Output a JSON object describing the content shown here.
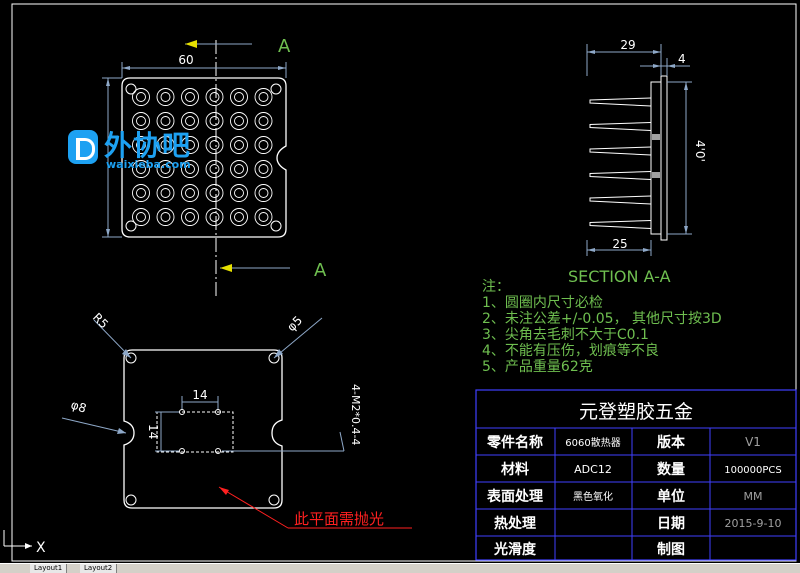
{
  "drawing": {
    "section_mark_top": "A",
    "section_mark_bottom": "A",
    "dim_width": "60",
    "dim_29": "29",
    "dim_4": "4",
    "dim_40": "4'0'",
    "dim_25": "25",
    "section_title": "SECTION A-A",
    "dim_r5": "R5",
    "dim_phi5": "φ5",
    "dim_phi8": "φ8",
    "dim_14h": "14",
    "dim_14v": "14",
    "dim_thread": "4-M2*0.4-4",
    "polish_note": "此平面需抛光"
  },
  "notes": {
    "title": "注：",
    "items": [
      "1、圆圈内尺寸必检",
      "2、未注公差+/-0.05， 其他尺寸按3D",
      "3、尖角去毛刺不大于C0.1",
      "4、不能有压伤，划痕等不良",
      "5、产品重量62克"
    ]
  },
  "title_block": {
    "company": "元登塑胶五金",
    "rows": [
      {
        "label1": "零件名称",
        "value1": "6060散热器",
        "label2": "版本",
        "value2": "V1"
      },
      {
        "label1": "材料",
        "value1": "ADC12",
        "label2": "数量",
        "value2": "100000PCS"
      },
      {
        "label1": "表面处理",
        "value1": "黑色氧化",
        "label2": "单位",
        "value2": "MM"
      },
      {
        "label1": "热处理",
        "value1": "",
        "label2": "日期",
        "value2": "2015-9-10"
      },
      {
        "label1": "光滑度",
        "value1": "",
        "label2": "制图",
        "value2": ""
      }
    ]
  },
  "watermark": {
    "name": "外协吧",
    "url": "waixieba.com"
  },
  "ucs": {
    "axis": "X"
  },
  "tabs": [
    "Layout1",
    "Layout2"
  ],
  "colors": {
    "background": "#000000",
    "outline": "#ffffff",
    "dimension": "#8ea8c8",
    "green_text": "#6fbf50",
    "red_leader": "#ff2020",
    "table_line": "#4040ff",
    "yellow": "#e6e000",
    "brand": "#1da1f2"
  }
}
